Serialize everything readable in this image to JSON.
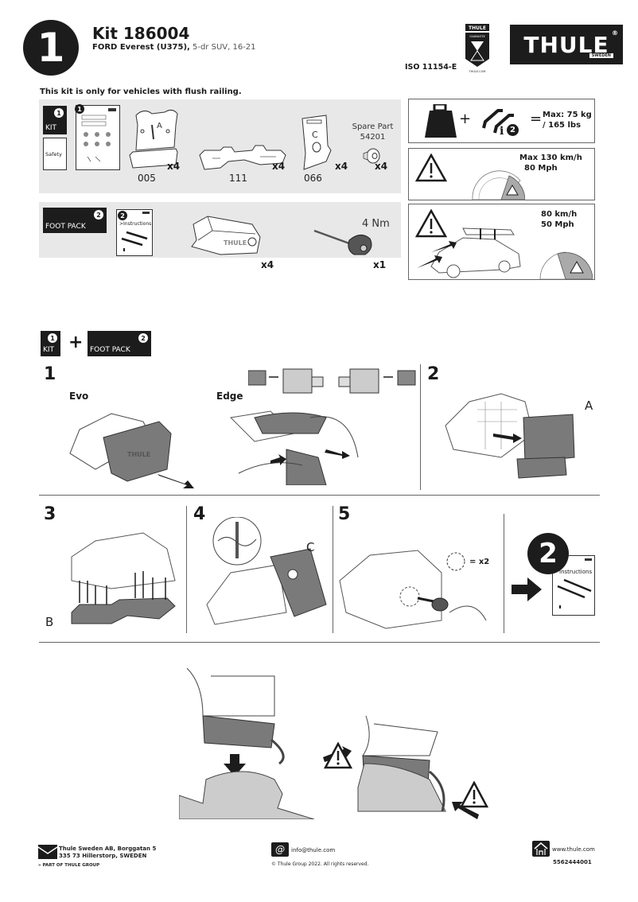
{
  "header": {
    "step_number": "1",
    "kit_title": "Kit 186004",
    "vehicle_model": "FORD Everest (U375),",
    "vehicle_details": " 5-dr SUV, 16-21",
    "standard": "ISO 11154-E",
    "badge": {
      "top_text": "THULE",
      "mid_text": "GUARANTEE",
      "bottom_text": "THULE.COM"
    },
    "logo": {
      "text": "THULE",
      "sub": "SWEDEN",
      "reg": "®"
    }
  },
  "notice": "This kit is only for vehicles with flush railing.",
  "kit_panel": {
    "box_number": "1",
    "box_label": "KIT",
    "safety_label": "Safety",
    "booklet_number": "1",
    "parts": [
      {
        "number": "005",
        "qty": "x4",
        "letter": "A"
      },
      {
        "number": "111",
        "qty": "x4"
      },
      {
        "number": "066",
        "qty": "x4",
        "letter": "C"
      }
    ],
    "spare_part": {
      "label": "Spare Part",
      "number": "54201",
      "qty": "x4"
    }
  },
  "foot_panel": {
    "box_number": "2",
    "box_label": "FOOT PACK",
    "booklet_number": "2",
    "booklet_label": ">Instructions",
    "foot_qty": "x4",
    "foot_brand": "THULE",
    "tool_torque": "4 Nm",
    "tool_qty": "x1"
  },
  "info_boxes": {
    "load": {
      "plus": "+",
      "equals": "=",
      "i_label": "i",
      "i_num": "2",
      "line1": "Max: 75 kg",
      "line2": "/ 165 lbs"
    },
    "speed_max": {
      "line1": "Max  130 km/h",
      "line2": "80 Mph"
    },
    "speed_load": {
      "line1": "80 km/h",
      "line2": "50 Mph"
    }
  },
  "combo": {
    "kit_number": "1",
    "kit_label": "KIT",
    "plus": "+",
    "foot_number": "2",
    "foot_label": "FOOT PACK"
  },
  "steps": [
    {
      "number": "1",
      "labels": [
        "Evo",
        "Edge"
      ]
    },
    {
      "number": "2",
      "letter": "A"
    },
    {
      "number": "3",
      "letter": "B"
    },
    {
      "number": "4",
      "letter": "C"
    },
    {
      "number": "5",
      "multiplier": "= x2"
    },
    {
      "next_number": "2",
      "booklet_label": "Instructions"
    }
  ],
  "footer": {
    "address_line1": "Thule Sweden AB, Borggatan 5",
    "address_line2": "335 73 Hillerstorp, SWEDEN",
    "group": "PART OF THULE GROUP",
    "email": "info@thule.com",
    "copyright": "© Thule Group 2022. All rights reserved.",
    "website": "www.thule.com",
    "doc_number": "5562444001"
  },
  "colors": {
    "dark": "#1c1c1c",
    "panel": "#e8e8e8",
    "part_gray": "#7a7a7a",
    "rail_gray": "#cccccc"
  }
}
